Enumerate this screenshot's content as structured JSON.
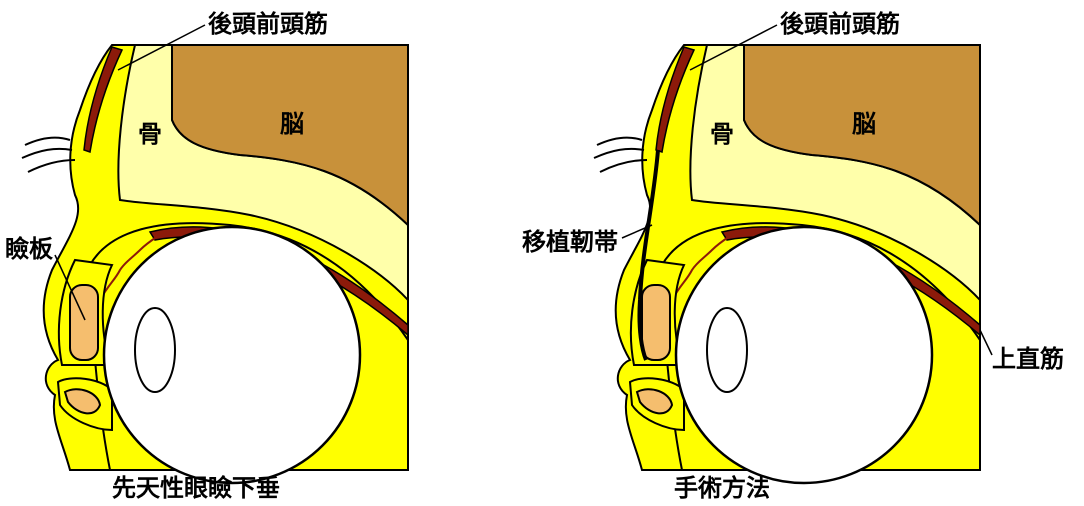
{
  "colors": {
    "skin": "#ffff00",
    "bone": "#ffffaa",
    "brain": "#c8913a",
    "muscle": "#8c1a0a",
    "tarsus": "#f5be6e",
    "eyeball": "#ffffff",
    "outline": "#000000"
  },
  "left_panel": {
    "caption": "先天性眼瞼下垂",
    "labels": {
      "frontalis": "後頭前頭筋",
      "bone": "骨",
      "brain": "脳",
      "tarsus": "瞼板"
    }
  },
  "right_panel": {
    "caption": "手術方法",
    "labels": {
      "frontalis": "後頭前頭筋",
      "bone": "骨",
      "brain": "脳",
      "graft": "移植靭帯",
      "superior_rectus": "上直筋"
    }
  }
}
